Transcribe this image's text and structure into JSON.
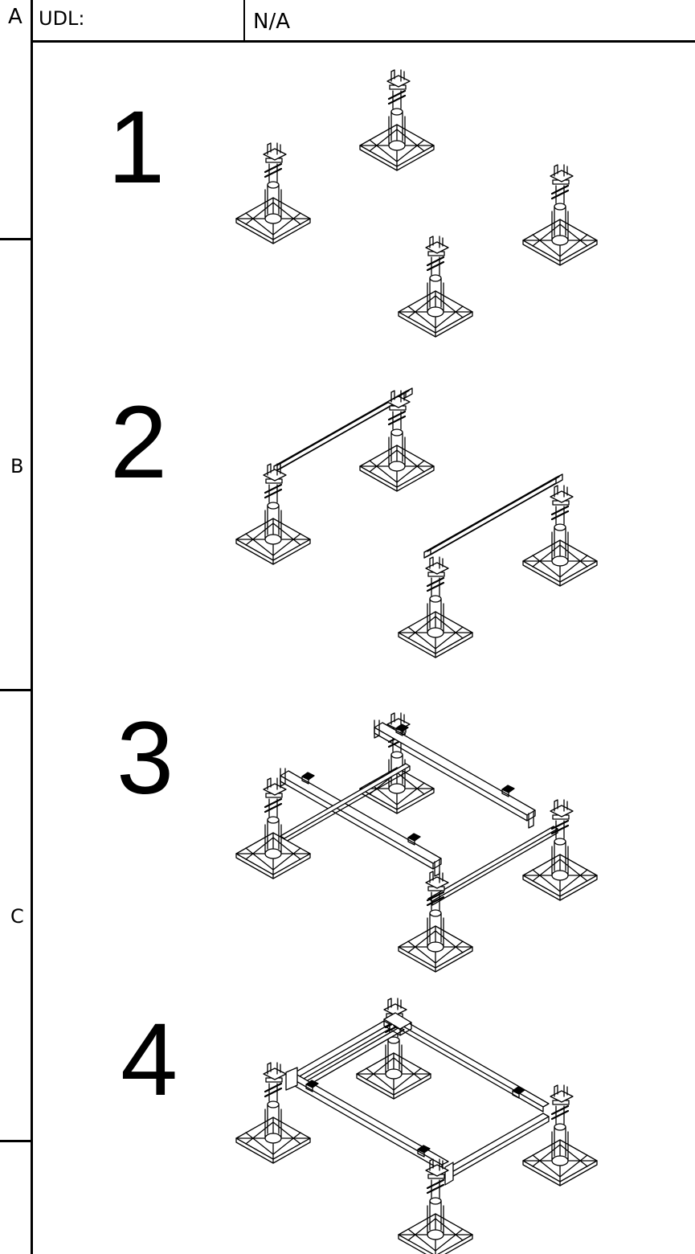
{
  "header": {
    "zone_letter": "A",
    "label": "UDL:",
    "value": "N/A"
  },
  "margin_zones": [
    "B",
    "C"
  ],
  "steps": [
    "1",
    "2",
    "3",
    "4"
  ],
  "icons": {
    "pedestal": "adjustable-pedestal-icon",
    "rail": "steel-rail-icon",
    "bracket": "rail-bracket-icon"
  },
  "colors": {
    "ink": "#000000",
    "paper": "#ffffff"
  }
}
